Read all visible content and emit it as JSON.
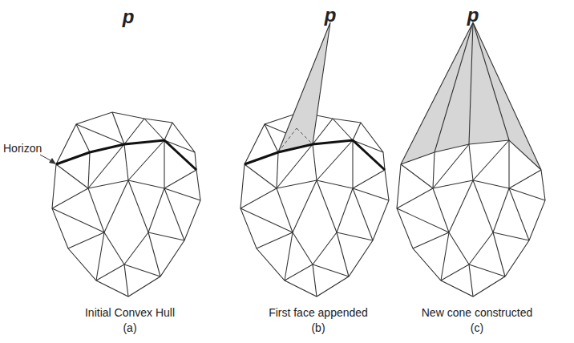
{
  "diagram": {
    "labels": [
      "p",
      "p",
      "p",
      "Horizon",
      "Initial Convex Hull",
      "(a)",
      "First face appended",
      "(b)",
      "New cone constructed",
      "(c)"
    ]
  }
}
